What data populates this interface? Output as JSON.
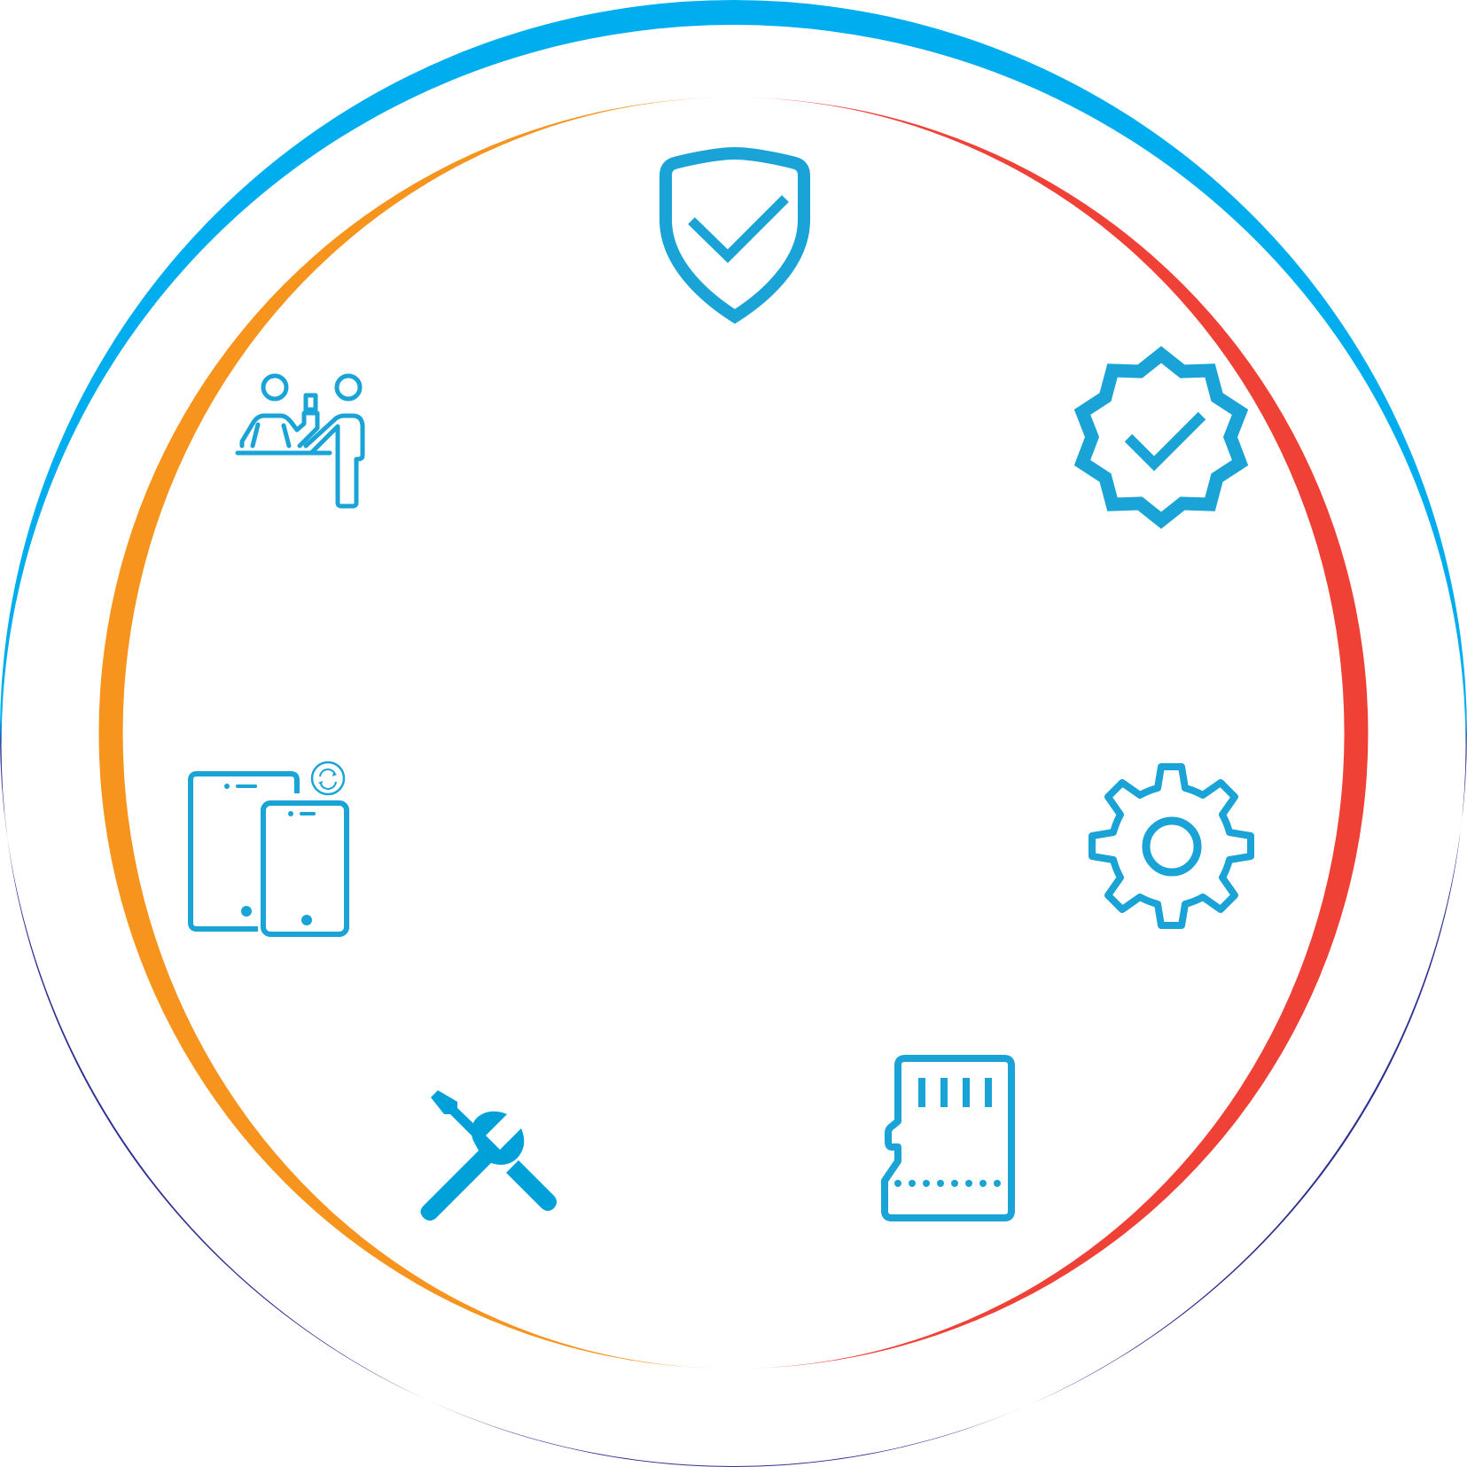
{
  "diagram": {
    "colors": {
      "icon": "#1AA3D6",
      "icon_fill": "#00A0D9",
      "outer_ring_top": "#00AEEF",
      "outer_ring_bottom": "#2E3192",
      "inner_ring_left": "#F7941D",
      "inner_ring_right": "#EF4136",
      "background": "#FFFFFF"
    },
    "icons": [
      {
        "key": "shield",
        "icon": "shield-check-icon"
      },
      {
        "key": "badge",
        "icon": "verified-badge-icon"
      },
      {
        "key": "gear",
        "icon": "gear-icon"
      },
      {
        "key": "sdcard",
        "icon": "memory-card-icon"
      },
      {
        "key": "tools",
        "icon": "wrench-screwdriver-icon"
      },
      {
        "key": "devices",
        "icon": "device-exchange-icon"
      },
      {
        "key": "service",
        "icon": "customer-service-desk-icon"
      }
    ]
  }
}
